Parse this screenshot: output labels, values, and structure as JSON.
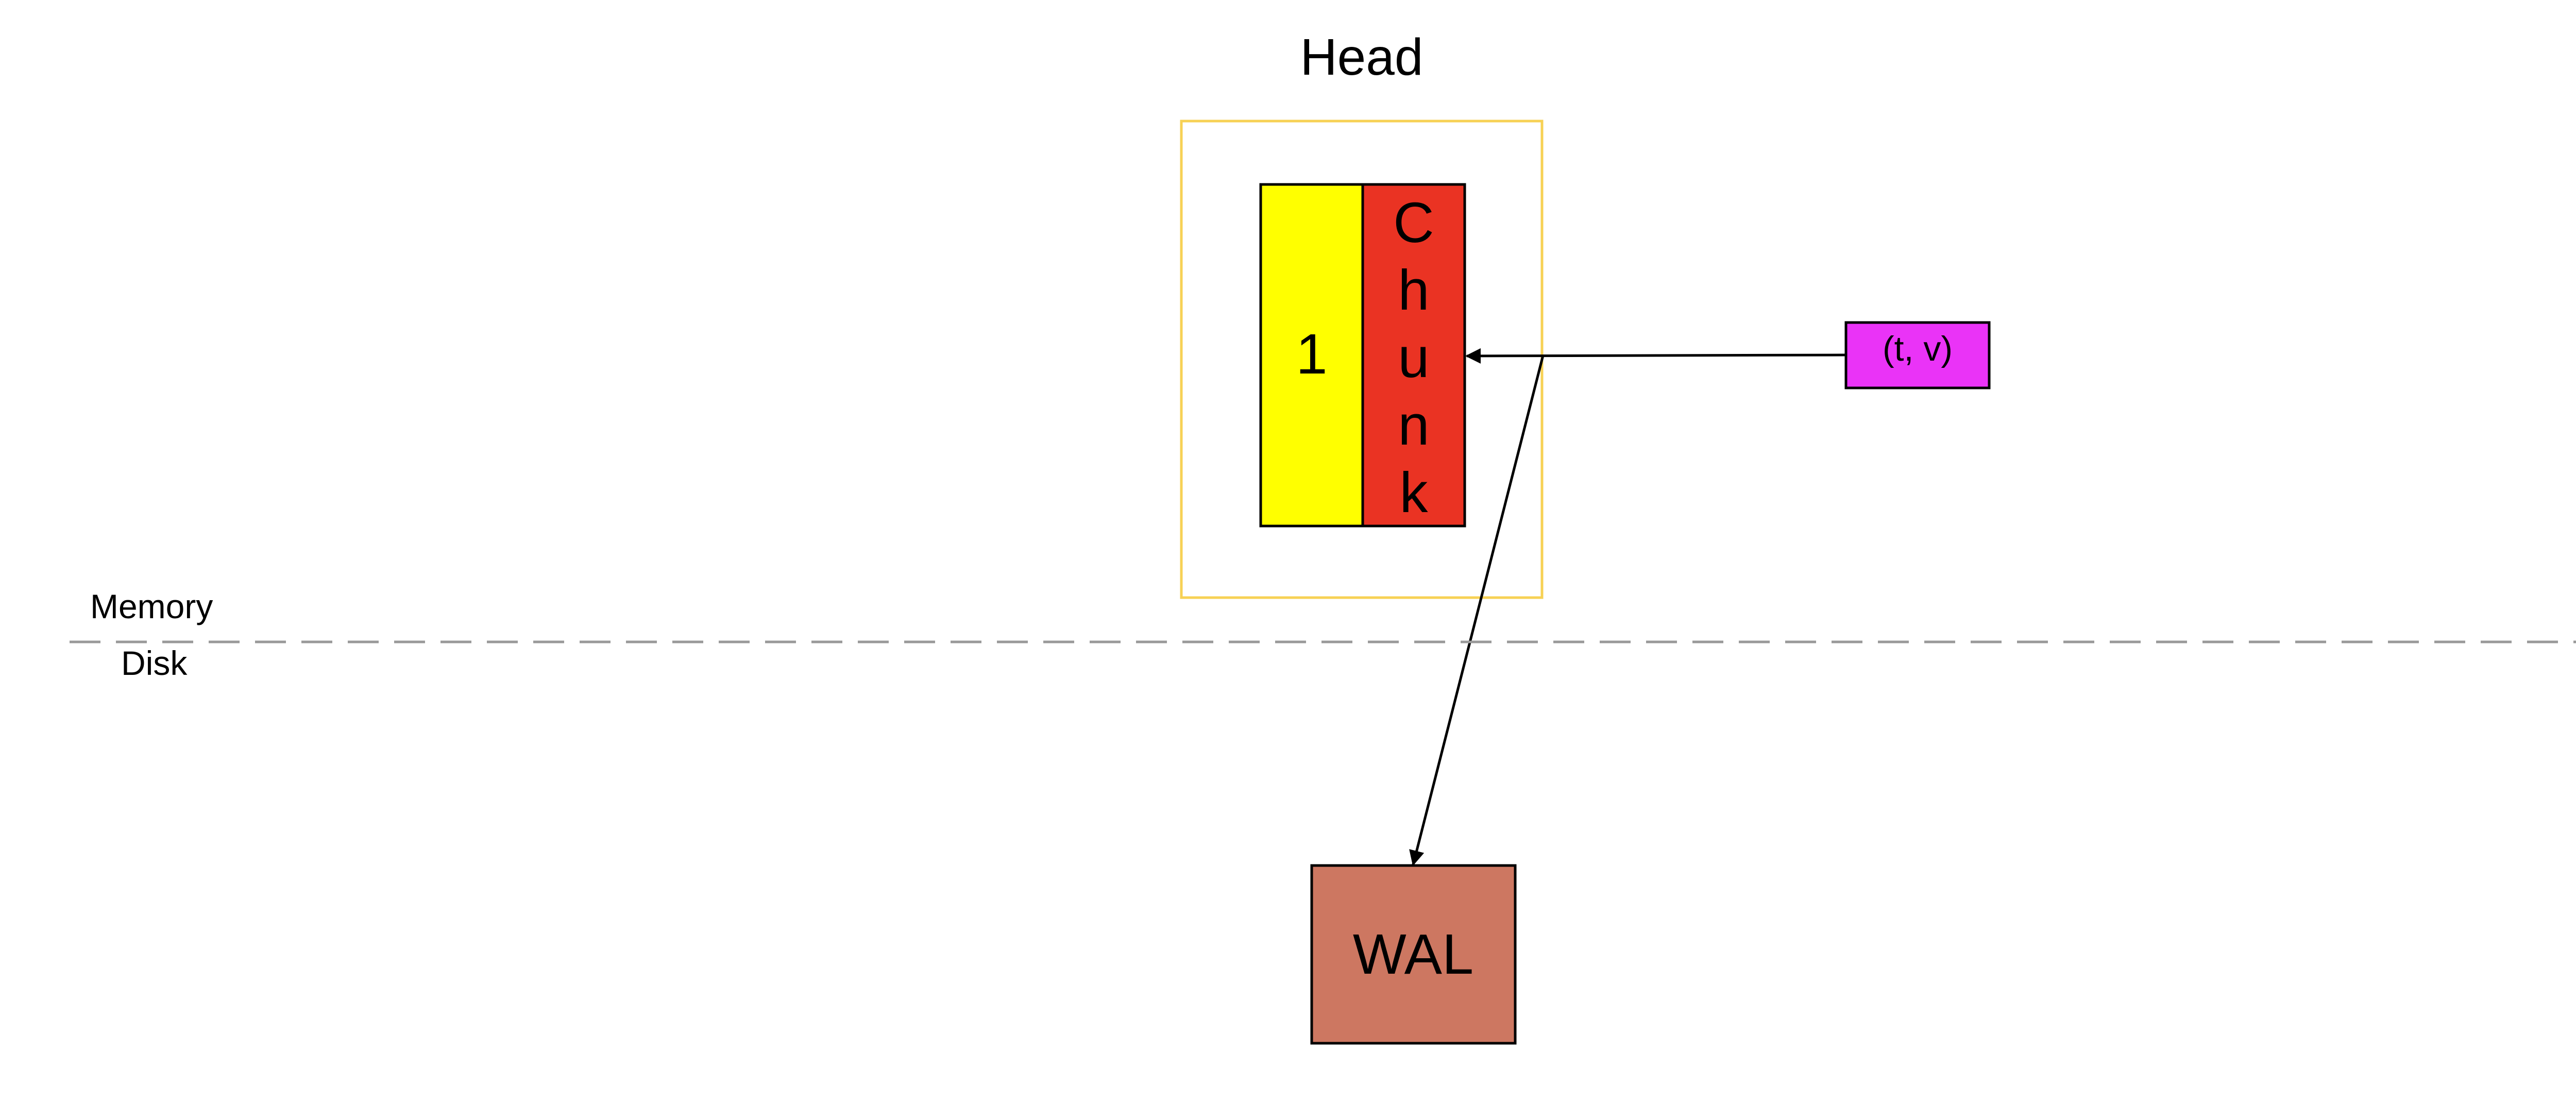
{
  "diagram": {
    "head_label": "Head",
    "series_label": "1",
    "chunk_label": "Chunk",
    "sample_label": "(t, v)",
    "wal_label": "WAL",
    "memory_label": "Memory",
    "disk_label": "Disk"
  },
  "colors": {
    "background": "#ffffff",
    "head_border": "#f7d154",
    "series_fill": "#ffff00",
    "chunk_fill": "#ea3323",
    "sample_fill": "#ea33f7",
    "wal_fill": "#cd7761",
    "divider": "#999999",
    "stroke": "#000000"
  }
}
